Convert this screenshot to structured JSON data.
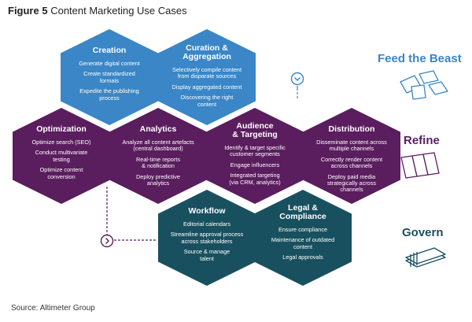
{
  "figure": {
    "number": "Figure 5",
    "title": "Content Marketing Use Cases"
  },
  "source": "Source: Altimeter Group",
  "colors": {
    "blue": "#3a86c6",
    "purple": "#5a1d5e",
    "teal": "#19505f"
  },
  "hexes": {
    "creation": {
      "title": "Creation",
      "items": [
        "Generate digital content",
        "Create standardized\nformats",
        "Expedite the publishing\nprocess"
      ]
    },
    "curation": {
      "title": "Curation &\nAggregation",
      "items": [
        "Selectively compile content\nfrom disparate sources",
        "Display aggregated content",
        "Discovering the right\ncontent"
      ]
    },
    "optimization": {
      "title": "Optimization",
      "items": [
        "Optimize search (SEO)",
        "Conduct multivariate\ntesting",
        "Optimize content\nconversion"
      ]
    },
    "analytics": {
      "title": "Analytics",
      "items": [
        "Analyze all content artefacts\n(central dashboard)",
        "Real-time reports\n& notification",
        "Deploy predictive\nanalytics"
      ]
    },
    "audience": {
      "title": "Audience\n& Targeting",
      "items": [
        "Identify & target specific\ncustomer segments",
        "Engage influencers",
        "Integrated targeting\n(via CRM, analytics)"
      ]
    },
    "distribution": {
      "title": "Distribution",
      "items": [
        "Disseminate content across\nmultiple channels",
        "Correctly render content\nacross channels",
        "Deploy paid media\nstrategically across\nchannels"
      ]
    },
    "workflow": {
      "title": "Workflow",
      "items": [
        "Editorial calendars",
        "Streamline approval process\nacross stakeholders",
        "Source & manage\ntalent"
      ]
    },
    "legal": {
      "title": "Legal &\nCompliance",
      "items": [
        "Ensure compliance",
        "Maintenance of outdated\ncontent",
        "Legal approvals"
      ]
    }
  },
  "side_labels": {
    "feed": {
      "text": "Feed the Beast",
      "icon": "scattered-pages-icon"
    },
    "refine": {
      "text": "Refine",
      "icon": "stacked-pages-icon"
    },
    "govern": {
      "text": "Govern",
      "icon": "bound-book-icon"
    }
  }
}
